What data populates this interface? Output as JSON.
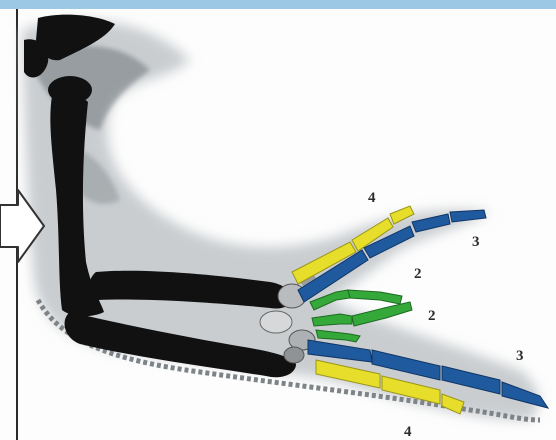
{
  "figure": {
    "labels": [
      {
        "id": "upper-digit-4",
        "text": "4"
      },
      {
        "id": "upper-digit-3",
        "text": "3"
      },
      {
        "id": "middle-digit-2-upper",
        "text": "2"
      },
      {
        "id": "middle-digit-2-lower",
        "text": "2"
      },
      {
        "id": "lower-digit-3",
        "text": "3"
      },
      {
        "id": "lower-digit-4",
        "text": "4"
      }
    ],
    "colors": {
      "frame_top": "#9cc8e6",
      "bone_black": "#111111",
      "digit_yellow": "#e6de2a",
      "digit_blue": "#1f5a9e",
      "digit_green": "#35a83a",
      "membrane_gray": "#c9cdd0"
    },
    "icons": [
      "pointer-arrow-icon"
    ]
  }
}
